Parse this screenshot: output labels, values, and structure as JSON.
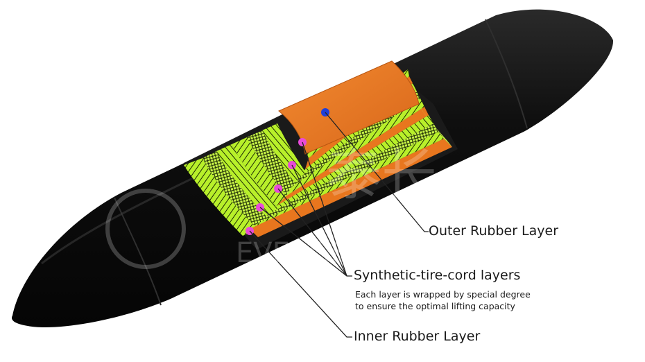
{
  "watermark": {
    "brand": "EVERGE",
    "chars": "泰长"
  },
  "labels": {
    "outer": "Outer Rubber Layer",
    "synthetic_title": "Synthetic-tire-cord layers",
    "synthetic_desc_1": "Each layer is wrapped by special degree",
    "synthetic_desc_2": "to ensure the optimal lifting capacity",
    "inner": "Inner Rubber Layer"
  },
  "colors": {
    "body": "#0b0b0b",
    "outer_rubber": "#e8761e",
    "cord": "#b8f02a",
    "cord_mesh": "#1c2a05",
    "marker_pink": "#e84ad8",
    "marker_blue": "#1f3fd8",
    "leader": "#222222"
  }
}
